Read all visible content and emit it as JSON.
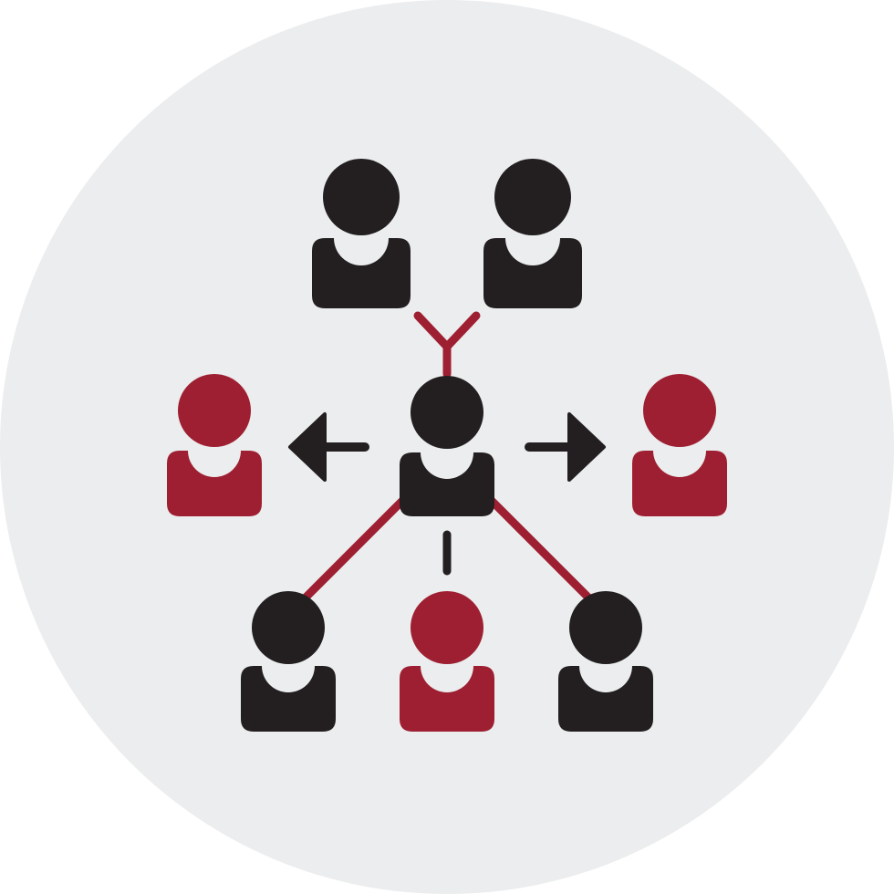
{
  "icon": {
    "name": "network-people-icon",
    "colors": {
      "background_circle": "#ebedee",
      "dark": "#231f20",
      "accent": "#9e1f31"
    },
    "people": [
      {
        "name": "person-top-left-icon",
        "color": "dark"
      },
      {
        "name": "person-top-right-icon",
        "color": "dark"
      },
      {
        "name": "person-center-icon",
        "color": "dark"
      },
      {
        "name": "person-left-icon",
        "color": "accent"
      },
      {
        "name": "person-right-icon",
        "color": "accent"
      },
      {
        "name": "person-bottom-left-icon",
        "color": "dark"
      },
      {
        "name": "person-bottom-center-icon",
        "color": "accent"
      },
      {
        "name": "person-bottom-right-icon",
        "color": "dark"
      }
    ]
  }
}
